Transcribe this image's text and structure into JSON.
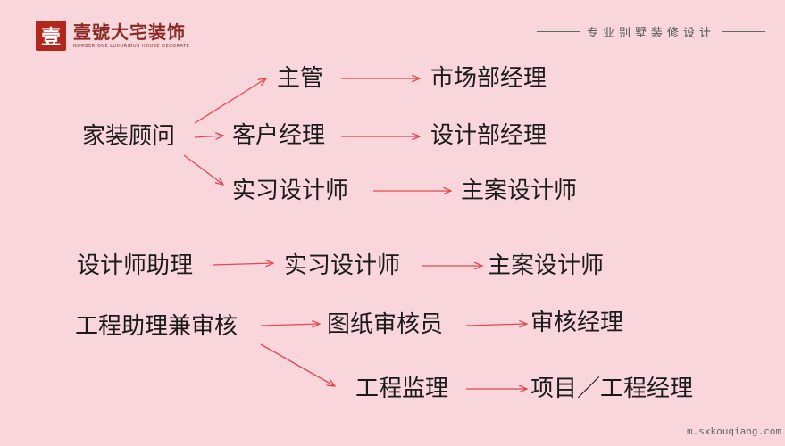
{
  "header": {
    "logo_mark": "壹",
    "logo_name": "壹號大宅装饰",
    "logo_sub": "NUMBER ONE LUXURIOUS HOUSE DECORATE",
    "tagline": "专业别墅装修设计"
  },
  "nodes": {
    "home_consultant": "家装顾问",
    "supervisor": "主管",
    "market_manager": "市场部经理",
    "account_manager": "客户经理",
    "design_manager": "设计部经理",
    "intern_designer_1": "实习设计师",
    "lead_designer_1": "主案设计师",
    "designer_assistant": "设计师助理",
    "intern_designer_2": "实习设计师",
    "lead_designer_2": "主案设计师",
    "engineering_assistant": "工程助理兼审核",
    "drawing_reviewer": "图纸审核员",
    "review_manager": "审核经理",
    "engineering_supervisor": "工程监理",
    "project_manager": "项目／工程经理"
  },
  "watermark": "m.sxkouqiang.com",
  "colors": {
    "arrow": "#e0484f",
    "background": "#f9d5dc"
  }
}
